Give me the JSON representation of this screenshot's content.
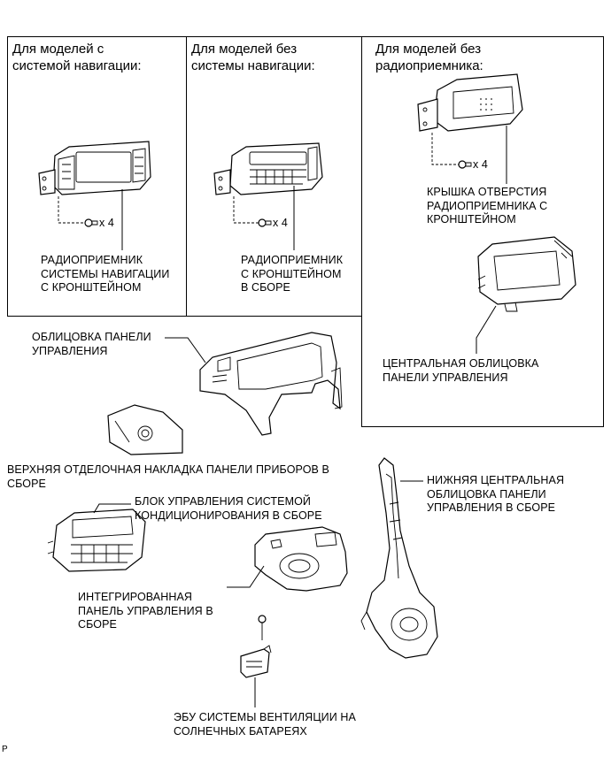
{
  "panels": [
    {
      "header": "Для моделей с\nсистемой навигации:",
      "screw_count": "x 4",
      "part_label": "РАДИОПРИЕМНИК\nСИСТЕМЫ НАВИГАЦИИ\nС КРОНШТЕЙНОМ"
    },
    {
      "header": "Для моделей без\nсистемы навигации:",
      "screw_count": "x 4",
      "part_label": "РАДИОПРИЕМНИК\nС КРОНШТЕЙНОМ\nВ СБОРЕ"
    },
    {
      "header": "Для моделей без\nрадиоприемника:",
      "screw_count": "x 4",
      "part_label": "КРЫШКА ОТВЕРСТИЯ\nРАДИОПРИЕМНИКА С\nКРОНШТЕЙНОМ",
      "part_label_2": "ЦЕНТРАЛЬНАЯ ОБЛИЦОВКА\nПАНЕЛИ УПРАВЛЕНИЯ"
    }
  ],
  "parts": {
    "control_panel_trim": "ОБЛИЦОВКА ПАНЕЛИ\nУПРАВЛЕНИЯ",
    "upper_instrument_finish": "ВЕРХНЯЯ ОТДЕЛОЧНАЯ НАКЛАДКА ПАНЕЛИ ПРИБОРОВ В\nСБОРЕ",
    "air_conditioning_control": "БЛОК УПРАВЛЕНИЯ СИСТЕМОЙ\nКОНДИЦИОНИРОВАНИЯ В СБОРЕ",
    "lower_center_trim": "НИЖНЯЯ ЦЕНТРАЛЬНАЯ\nОБЛИЦОВКА ПАНЕЛИ\nУПРАВЛЕНИЯ В СБОРЕ",
    "integrated_control_panel": "ИНТЕГРИРОВАННАЯ\nПАНЕЛЬ УПРАВЛЕНИЯ В\nСБОРЕ",
    "solar_ventilation_ecu": "ЭБУ СИСТЕМЫ ВЕНТИЛЯЦИИ НА\nСОЛНЕЧНЫХ БАТАРЕЯХ"
  },
  "corner_mark": "P"
}
